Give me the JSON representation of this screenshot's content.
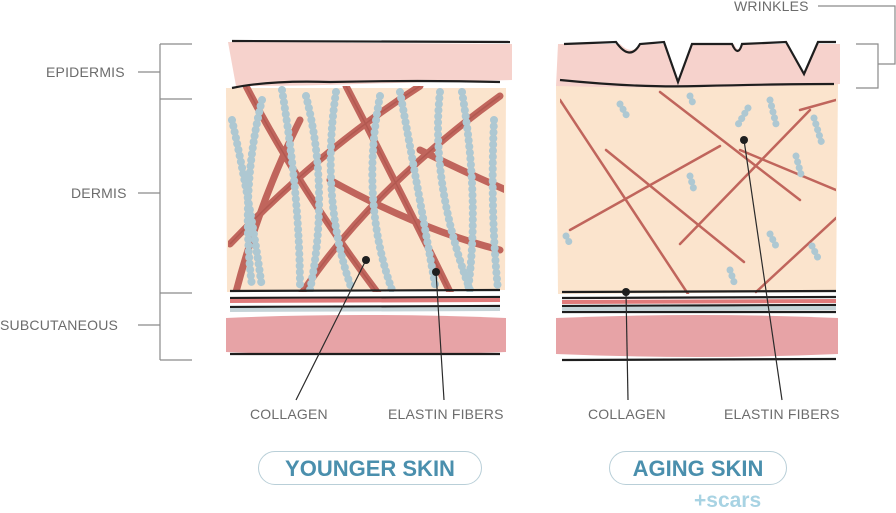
{
  "labels": {
    "wrinkles": "WRINKLES",
    "epidermis": "EPIDERMIS",
    "dermis": "DERMIS",
    "subcutaneous": "SUBCUTANEOUS",
    "collagen": "COLLAGEN",
    "elastin": "ELASTIN FIBERS"
  },
  "panels": {
    "young": {
      "title": "YOUNGER SKIN"
    },
    "aging": {
      "title": "AGING SKIN",
      "badge": "+scars"
    }
  },
  "colors": {
    "epidermis": "#f6d2cc",
    "dermis": "#fbe4cd",
    "subcutaneous": "#e7a3a6",
    "collagen": "#c0655c",
    "elastin": "#aec8d2",
    "accent": "#4a8fad",
    "badge": "#a8d3e3"
  }
}
